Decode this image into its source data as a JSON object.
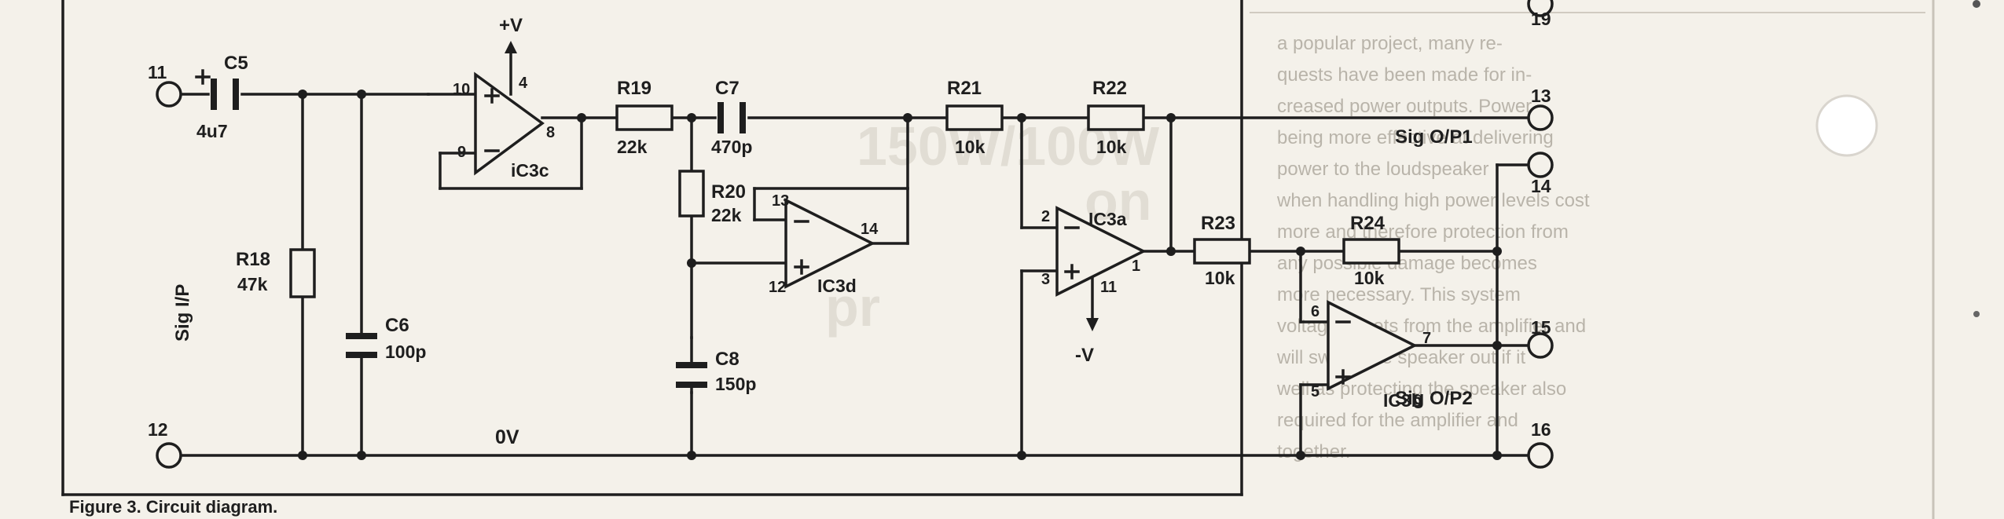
{
  "caption": "Figure 3. Circuit diagram.",
  "terminals": {
    "t11": "11",
    "t12": "12",
    "t13": "13",
    "t14": "14",
    "t15": "15",
    "t16": "16",
    "t19": "19"
  },
  "signals": {
    "input": "Sig I/P",
    "out1": "Sig O/P1",
    "out2": "Sig O/P2",
    "ground": "0V",
    "vplus": "+V",
    "vminus": "-V"
  },
  "components": {
    "c5": {
      "name": "C5",
      "value": "4u7"
    },
    "c6": {
      "name": "C6",
      "value": "100p"
    },
    "c7": {
      "name": "C7",
      "value": "470p"
    },
    "c8": {
      "name": "C8",
      "value": "150p"
    },
    "r18": {
      "name": "R18",
      "value": "47k"
    },
    "r19": {
      "name": "R19",
      "value": "22k"
    },
    "r20": {
      "name": "R20",
      "value": "22k"
    },
    "r21": {
      "name": "R21",
      "value": "10k"
    },
    "r22": {
      "name": "R22",
      "value": "10k"
    },
    "r23": {
      "name": "R23",
      "value": "10k"
    },
    "r24": {
      "name": "R24",
      "value": "10k"
    }
  },
  "opamps": {
    "ic3c": {
      "name": "iC3c",
      "pins": {
        "p10": "10",
        "p9": "9",
        "p8": "8",
        "p4": "4"
      }
    },
    "ic3d": {
      "name": "IC3d",
      "pins": {
        "p13": "13",
        "p12": "12",
        "p14": "14"
      }
    },
    "ic3a": {
      "name": "IC3a",
      "pins": {
        "p2": "2",
        "p3": "3",
        "p1": "1",
        "p11": "11"
      }
    },
    "ic3b": {
      "name": "IC3b",
      "pins": {
        "p6": "6",
        "p5": "5",
        "p7": "7"
      }
    }
  },
  "background_text": {
    "heading": [
      "150W/100W",
      "on",
      "pr"
    ],
    "column": [
      "a popular project, many re-",
      "quests have been made for in-",
      "creased power outputs. Power",
      "being more effective at delivering",
      "power to the loudspeaker",
      "when handling high power levels cost",
      "more and therefore protection from",
      "any possible damage becomes",
      "more necessary. This system",
      "voltage offsets from the amplifier and",
      "will switch the speaker out if it",
      "well as protecting the speaker also",
      "required for the amplifier and",
      "together."
    ]
  }
}
